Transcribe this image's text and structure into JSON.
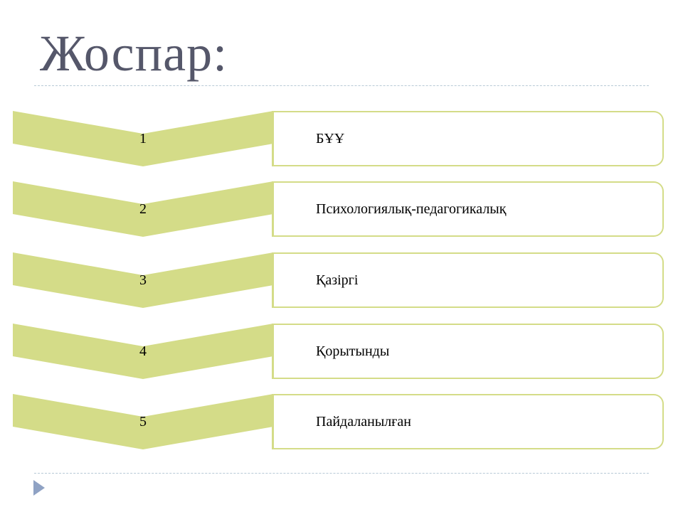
{
  "slide": {
    "title": "Жоспар:"
  },
  "colors": {
    "chevron_fill": "#d4dc88",
    "card_border": "#d4dc88",
    "title_color": "#55576a",
    "nav_arrow": "#8fa2c4"
  },
  "plan_items": [
    {
      "number": "1",
      "text": "БҰҰ"
    },
    {
      "number": "2",
      "text": "Психологиялық-педагогикалық"
    },
    {
      "number": "3",
      "text": "Қазіргі"
    },
    {
      "number": "4",
      "text": "Қорытынды"
    },
    {
      "number": "5",
      "text": "Пайдаланылған"
    }
  ],
  "icons": {
    "nav": "triangle-right-icon"
  }
}
